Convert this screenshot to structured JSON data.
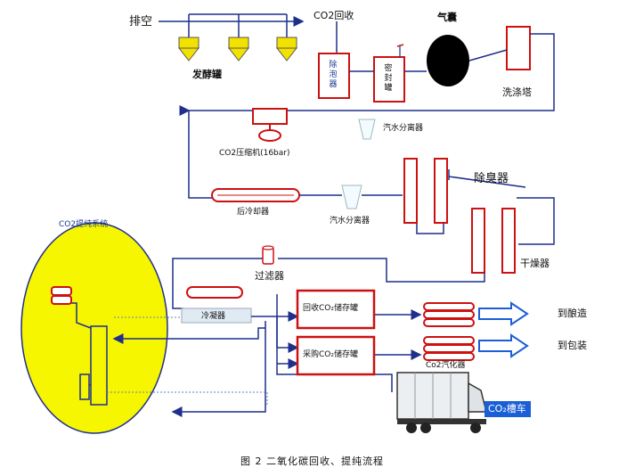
{
  "diagram": {
    "vent": "排空",
    "co2_recovery": "CO2回收",
    "fermenters": "发酵罐",
    "gas_bag": "气囊",
    "foam_remover": "除泡器",
    "water_seal": "密封罐",
    "scrubber": "洗涤塔",
    "separator_1": "汽水分离器",
    "compressor": "CO2压缩机(16bar)",
    "aftercooler": "后冷却器",
    "separator_2": "汽水分离器",
    "deodorizer": "除臭器",
    "dryer": "干燥器",
    "filter": "过滤器",
    "purification_system": "CO2提纯系统",
    "condenser": "冷凝器",
    "recovered_tank": "回收CO₂储存罐",
    "purchased_tank": "采购CO₂储存罐",
    "vaporizer": "Co2汽化器",
    "to_brewing": "到酿造",
    "to_packaging": "到包装",
    "tanker": "CO₂槽车"
  },
  "caption": "图 2 二氧化碳回收、提纯流程",
  "colors": {
    "flow_line": "#1f2f8c",
    "equipment_border": "#cc1111",
    "fermenter_fill": "#f2e200",
    "purification_fill": "#f6f600",
    "arrow_fill": "#1b5fd6"
  }
}
